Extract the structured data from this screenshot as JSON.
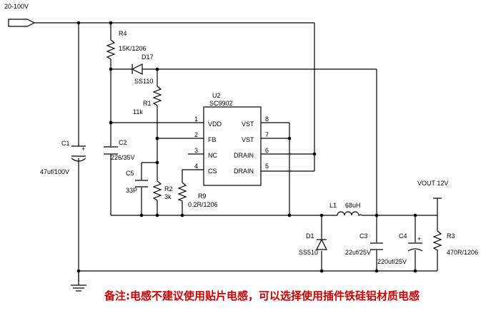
{
  "input_label": "20-100V",
  "output_label": "VOUT 12V",
  "ic": {
    "ref": "U2",
    "part": "SC9902",
    "pins": [
      {
        "num": "1",
        "name": "VDD"
      },
      {
        "num": "2",
        "name": "FB"
      },
      {
        "num": "3",
        "name": "NC"
      },
      {
        "num": "4",
        "name": "CS"
      },
      {
        "num": "8",
        "name": "VST"
      },
      {
        "num": "7",
        "name": "VST"
      },
      {
        "num": "6",
        "name": "DRAIN"
      },
      {
        "num": "5",
        "name": "DRAIN"
      }
    ]
  },
  "components": {
    "r4": {
      "ref": "R4",
      "value": "15K/1206"
    },
    "d17": {
      "ref": "D17",
      "value": "SS110"
    },
    "r1": {
      "ref": "R1",
      "value": "11k"
    },
    "c1": {
      "ref": "C1",
      "value": "47uf/100V"
    },
    "c2": {
      "ref": "C2",
      "value": "226/35V"
    },
    "c5": {
      "ref": "C5",
      "value": "33P"
    },
    "r2": {
      "ref": "R2",
      "value": "3k"
    },
    "r9": {
      "ref": "R9",
      "value": "0.2R/1206"
    },
    "l1": {
      "ref": "L1",
      "value": "68uH"
    },
    "d1": {
      "ref": "D1",
      "value": "SS510"
    },
    "c3": {
      "ref": "C3",
      "value": "22uf/25V"
    },
    "c4": {
      "ref": "C4",
      "value": "220uf/25V"
    },
    "r3": {
      "ref": "R3",
      "value": "470R/1206"
    }
  },
  "note": "备注:电感不建议使用贴片电感，可以选择使用插件铁硅铝材质电感"
}
